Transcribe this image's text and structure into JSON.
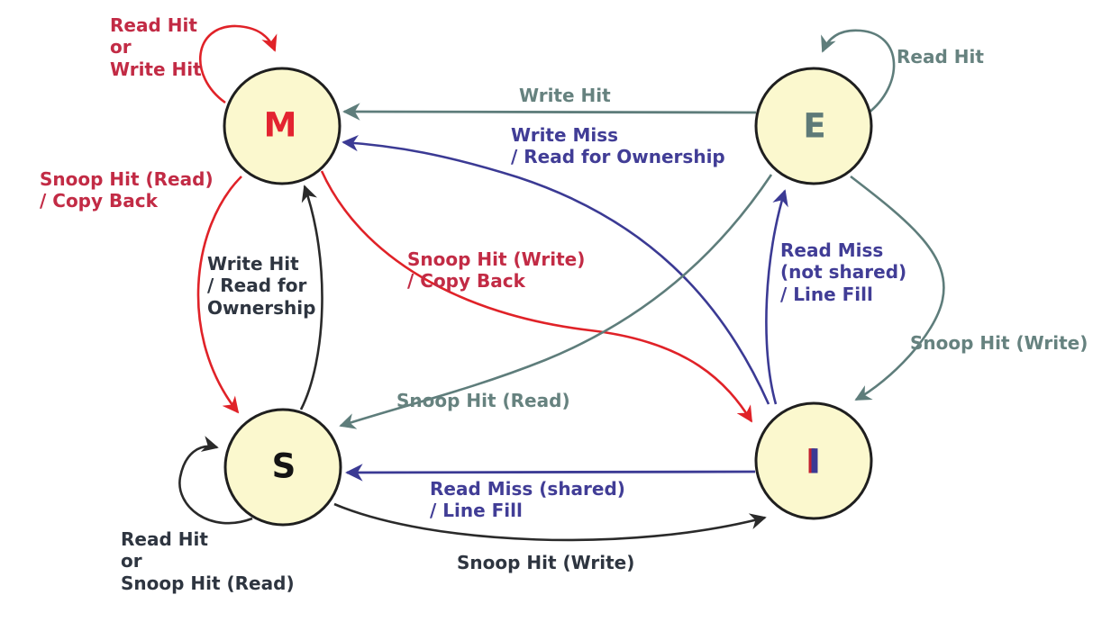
{
  "diagram": {
    "type": "state-machine",
    "colors": {
      "background": "#ffffff",
      "node_fill": "#fbf8ce",
      "node_border": "#1f1f1f",
      "red_arrow": "#e02228",
      "crimson_text": "#c22b45",
      "gray": "#5e7d7b",
      "gray_text": "#66827f",
      "purple": "#413d96",
      "dark_text": "#2e3540",
      "black_arrow": "#2a2a2a"
    },
    "states": [
      {
        "letter": "M",
        "color": "#e32330"
      },
      {
        "letter": "E",
        "color": "#5e7a78"
      },
      {
        "letter": "S",
        "color": "#141414"
      },
      {
        "letter": "I",
        "color": "#3b3a94"
      }
    ],
    "transitions": [
      {
        "from": "M",
        "to": "M",
        "event": "Read Hit or Write Hit",
        "color": "#c22b45",
        "lines": [
          "Read Hit",
          "or",
          "Write Hit"
        ]
      },
      {
        "from": "E",
        "to": "E",
        "event": "Read Hit",
        "color": "#66827f",
        "lines": [
          "Read Hit"
        ]
      },
      {
        "from": "E",
        "to": "M",
        "event": "Write Hit",
        "color": "#66827f",
        "lines": [
          "Write Hit"
        ]
      },
      {
        "from": "I",
        "to": "M",
        "event": "Write Miss / Read for Ownership",
        "color": "#413d96",
        "lines": [
          "Write Miss",
          "/ Read for Ownership"
        ]
      },
      {
        "from": "M",
        "to": "S",
        "event": "Snoop Hit (Read) / Copy Back",
        "color": "#c22b45",
        "lines": [
          "Snoop Hit (Read)",
          "/ Copy Back"
        ]
      },
      {
        "from": "S",
        "to": "M",
        "event": "Write Hit / Read for Ownership",
        "color": "#2e3540",
        "lines": [
          "Write Hit",
          "/ Read for",
          "Ownership"
        ]
      },
      {
        "from": "M",
        "to": "I",
        "event": "Snoop Hit (Write) / Copy Back",
        "color": "#c22b45",
        "lines": [
          "Snoop Hit (Write)",
          "/ Copy Back"
        ]
      },
      {
        "from": "E",
        "to": "S",
        "event": "Snoop Hit (Read)",
        "color": "#66827f",
        "lines": [
          "Snoop Hit (Read)"
        ]
      },
      {
        "from": "I",
        "to": "E",
        "event": "Read Miss (not shared) / Line Fill",
        "color": "#413d96",
        "lines": [
          "Read Miss",
          "(not shared)",
          "/ Line Fill"
        ]
      },
      {
        "from": "E",
        "to": "I",
        "event": "Snoop Hit (Write)",
        "color": "#66827f",
        "lines": [
          "Snoop Hit (Write)"
        ]
      },
      {
        "from": "I",
        "to": "S",
        "event": "Read Miss (shared) / Line Fill",
        "color": "#413d96",
        "lines": [
          "Read Miss (shared)",
          "/ Line Fill"
        ]
      },
      {
        "from": "S",
        "to": "I",
        "event": "Snoop Hit (Write)",
        "color": "#2e3540",
        "lines": [
          "Snoop Hit (Write)"
        ]
      },
      {
        "from": "S",
        "to": "S",
        "event": "Read Hit or Snoop Hit (Read)",
        "color": "#2e3540",
        "lines": [
          "Read Hit",
          "or",
          "Snoop Hit (Read)"
        ]
      }
    ]
  }
}
